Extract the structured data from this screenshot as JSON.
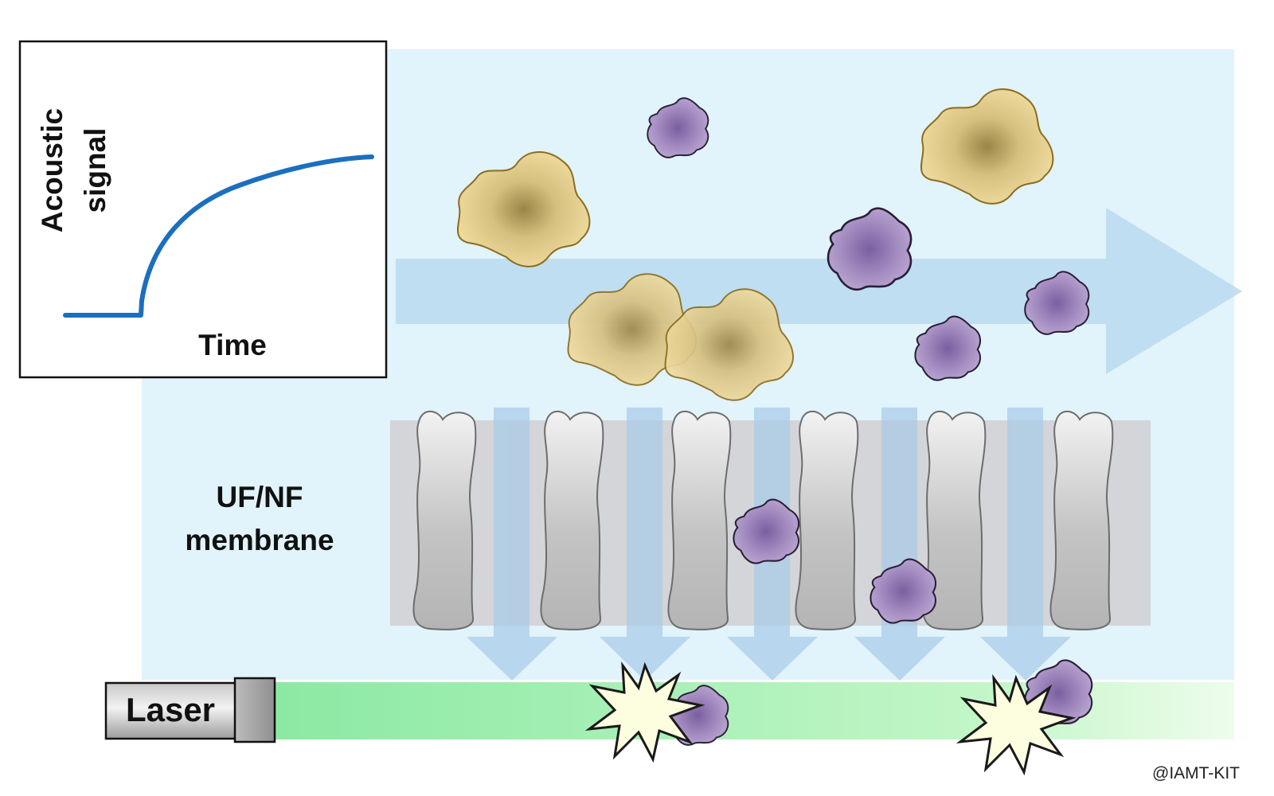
{
  "inset_chart": {
    "ylabel_line1": "Acoustic",
    "ylabel_line2": "signal",
    "xlabel": "Time"
  },
  "membrane_label_line1": "UF/NF",
  "membrane_label_line2": "membrane",
  "laser_label": "Laser",
  "copyright": "@IAMT-KIT",
  "colors": {
    "flow_background": "#e1f3fb",
    "flow_arrow": "#b8d9ef",
    "signal_curve": "#1b6fbe",
    "membrane_block": "#d3d4d7",
    "pore_fill_light": "#eeeeee",
    "pore_fill_dark": "#b8b8b8",
    "foulant_large": "#e8d28f",
    "foulant_small": "#9d83b9",
    "laser_beam": "#8eeaa6",
    "flash": "#fdfde0"
  },
  "icons": {
    "large_particles": "brown-aggregate-particle-icon",
    "small_particles": "purple-molecule-particle-icon",
    "burst": "photoacoustic-burst-icon"
  }
}
